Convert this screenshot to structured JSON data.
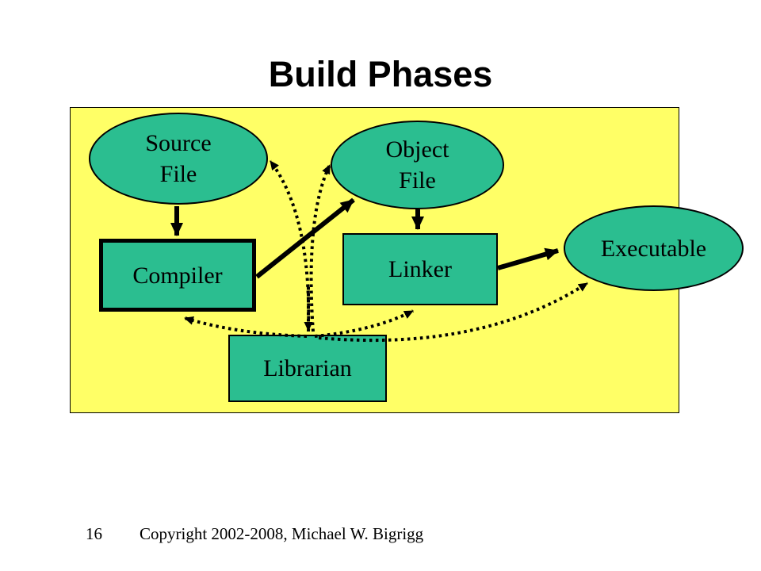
{
  "slide": {
    "title": "Build Phases",
    "footer": {
      "page_number": "16",
      "copyright": "Copyright 2002-2008, Michael W. Bigrigg"
    },
    "colors": {
      "node_fill": "#2bbe90",
      "canvas_bg": "#ffff66",
      "line": "#000000",
      "page_bg": "#ffffff"
    },
    "nodes": {
      "source_file": {
        "line1": "Source",
        "line2": "File",
        "shape": "ellipse"
      },
      "object_file": {
        "line1": "Object",
        "line2": "File",
        "shape": "ellipse"
      },
      "executable": {
        "label": "Executable",
        "shape": "ellipse"
      },
      "compiler": {
        "label": "Compiler",
        "shape": "rect-thick-border"
      },
      "linker": {
        "label": "Linker",
        "shape": "rect"
      },
      "librarian": {
        "label": "Librarian",
        "shape": "rect"
      }
    },
    "edges": [
      {
        "from": "source_file",
        "to": "compiler",
        "style": "solid"
      },
      {
        "from": "compiler",
        "to": "object_file",
        "style": "solid"
      },
      {
        "from": "object_file",
        "to": "linker",
        "style": "solid"
      },
      {
        "from": "linker",
        "to": "executable",
        "style": "solid"
      },
      {
        "from": "librarian",
        "to": "source_file",
        "style": "dotted"
      },
      {
        "from": "librarian",
        "to": "object_file",
        "style": "dotted"
      },
      {
        "from": "librarian",
        "to": "compiler",
        "style": "dotted"
      },
      {
        "from": "librarian",
        "to": "linker",
        "style": "dotted"
      },
      {
        "from": "librarian",
        "to": "executable",
        "style": "dotted"
      },
      {
        "from": "",
        "to": "librarian",
        "style": "dotted"
      }
    ]
  }
}
